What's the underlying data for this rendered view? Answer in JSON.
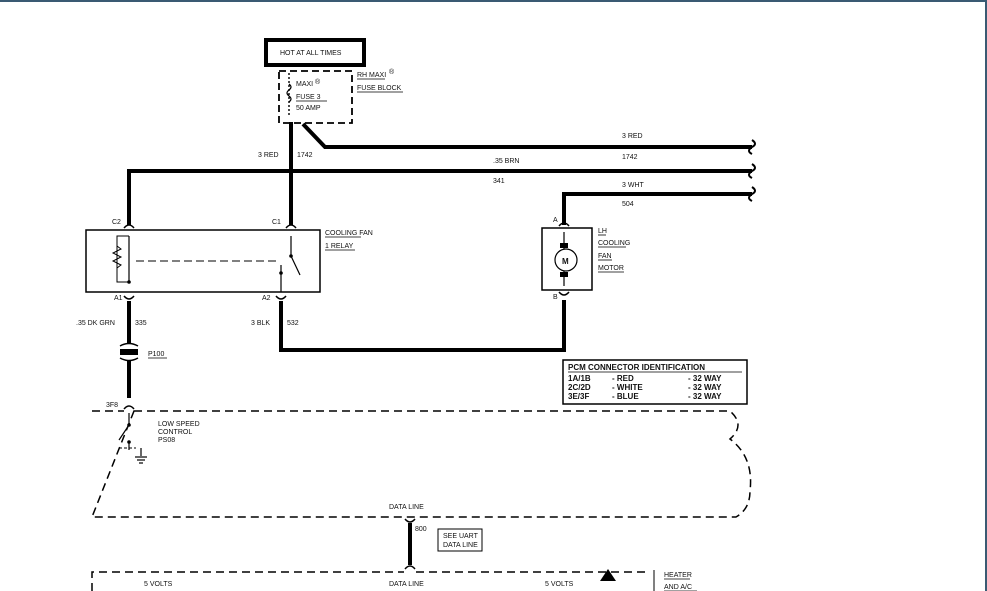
{
  "power": {
    "hot_label": "HOT AT ALL TIMES",
    "block_line1": "RH MAXI",
    "block_line2": "FUSE BLOCK",
    "registered": "®",
    "fuse_line1": "MAXI",
    "fuse_line2": "FUSE 3",
    "fuse_line3": "50 AMP"
  },
  "wires": {
    "w1742_top": "3 RED",
    "w1742_top_num": "1742",
    "w1742_left": "3 RED",
    "w1742_left_num": "1742",
    "brn": ".35 BRN",
    "brn_num": "341",
    "wht": "3 WHT",
    "wht_num": "504",
    "dkgrn": ".35 DK GRN",
    "dkgrn_num": "335",
    "blk": "3 BLK",
    "blk_num": "532",
    "data_num": "800"
  },
  "relay": {
    "label1": "COOLING FAN",
    "label2": "1 RELAY",
    "pin_c2": "C2",
    "pin_c1": "C1",
    "pin_a1": "A1",
    "pin_a2": "A2"
  },
  "motor": {
    "label1": "LH",
    "label2": "COOLING",
    "label3": "FAN",
    "label4": "MOTOR",
    "symbol": "M",
    "pin_a": "A",
    "pin_b": "B"
  },
  "connector": {
    "p100": "P100",
    "pin_3f8": "3F8"
  },
  "pcm": {
    "title": "PCM CONNECTOR IDENTIFICATION",
    "rows": [
      {
        "pins": "1A/1B",
        "color": "-  RED",
        "way": "-  32 WAY"
      },
      {
        "pins": "2C/2D",
        "color": "-  WHITE",
        "way": "-  32 WAY"
      },
      {
        "pins": "3E/3F",
        "color": "-  BLUE",
        "way": "-  32 WAY"
      }
    ]
  },
  "control": {
    "line1": "LOW SPEED",
    "line2": "CONTROL",
    "line3": "PS08"
  },
  "data": {
    "data_line_top": "DATA LINE",
    "data_line_bottom": "DATA LINE",
    "uart1": "SEE UART",
    "uart2": "DATA LINE",
    "volts_left": "5 VOLTS",
    "volts_right": "5 VOLTS",
    "heater1": "HEATER",
    "heater2": "AND A/C"
  }
}
